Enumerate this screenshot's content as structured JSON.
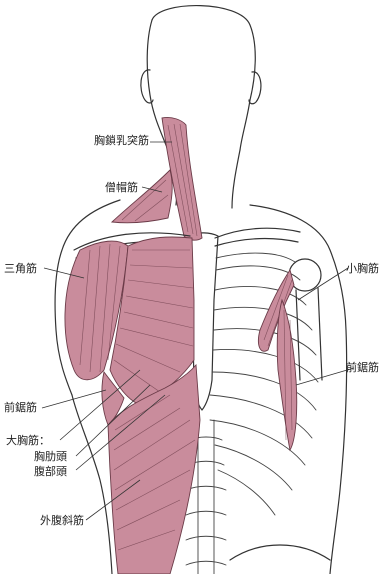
{
  "labels": {
    "scm": "胸鎖乳突筋",
    "trapezius": "僧帽筋",
    "deltoid": "三角筋",
    "pec_minor": "小胸筋",
    "serratus_right": "前鋸筋",
    "serratus_left": "前鋸筋",
    "pec_major": "大胸筋：",
    "costal_head": "胸肋頭",
    "abdominal_head": "腹部頭",
    "ext_oblique": "外腹斜筋"
  },
  "colors": {
    "muscle": "#c98c9c",
    "muscle_outline": "#6b3b48",
    "line_art": "#333333",
    "background": "#ffffff"
  }
}
